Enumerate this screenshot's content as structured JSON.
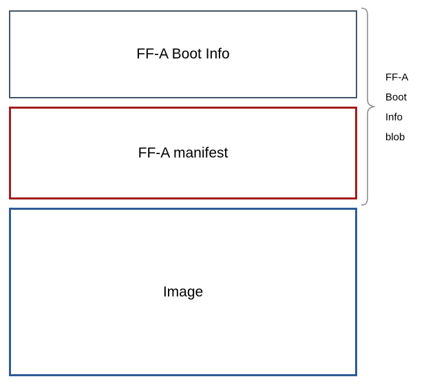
{
  "diagram": {
    "boxes": [
      {
        "label": "FF-A Boot Info",
        "border_color": "#44546A"
      },
      {
        "label": "FF-A manifest",
        "border_color": "#A21C1C"
      },
      {
        "label": "Image",
        "border_color": "#2E5B97"
      }
    ],
    "brace": {
      "label": "FF-A Boot Info blob",
      "color": "#8C8C8C"
    }
  }
}
